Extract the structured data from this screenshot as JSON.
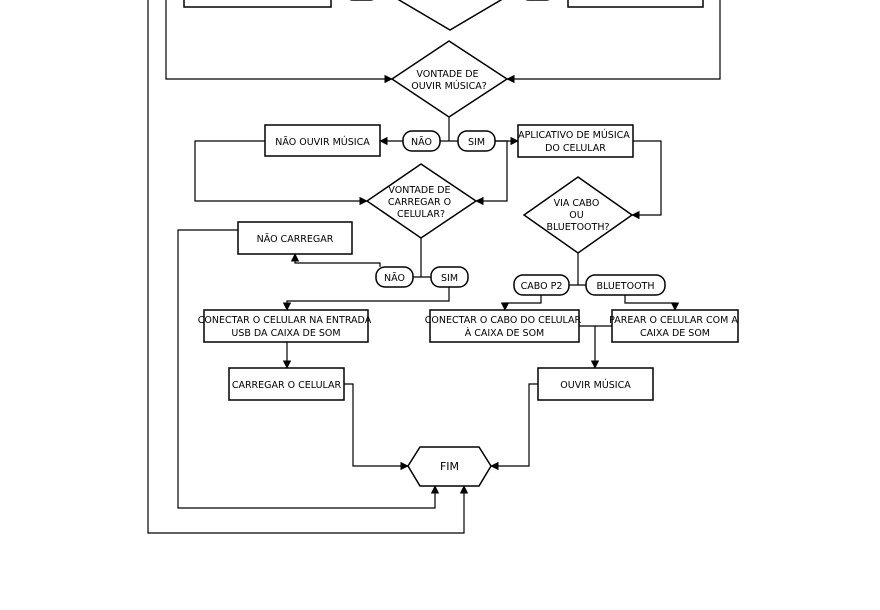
{
  "diagram": {
    "top_decision_partial": "",
    "q_music": [
      "VONTADE DE",
      "OUVIR MÚSICA?"
    ],
    "label_nao_1": "NÃO",
    "label_sim_1": "SIM",
    "nao_ouvir": "NÃO OUVIR MÚSICA",
    "app_musica": [
      "APLICATIVO DE MÚSICA",
      "DO CELULAR"
    ],
    "q_charge": [
      "VONTADE DE",
      "CARREGAR O",
      "CELULAR?"
    ],
    "q_cable": [
      "VIA CABO",
      "OU",
      "BLUETOOTH?"
    ],
    "nao_carregar": "NÃO CARREGAR",
    "label_nao_2": "NÃO",
    "label_sim_2": "SIM",
    "label_cabo_p2": "CABO P2",
    "label_bluetooth": "BLUETOOTH",
    "conectar_usb": [
      "CONECTAR O CELULAR NA ENTRADA",
      "USB DA CAIXA DE SOM"
    ],
    "conectar_cabo": [
      "CONECTAR O CABO DO CELULAR",
      "À CAIXA DE SOM"
    ],
    "parear": [
      "PAREAR O CELULAR COM A",
      "CAIXA DE SOM"
    ],
    "carregar": "CARREGAR O CELULAR",
    "ouvir": "OUVIR MÚSICA",
    "fim": "FIM"
  }
}
